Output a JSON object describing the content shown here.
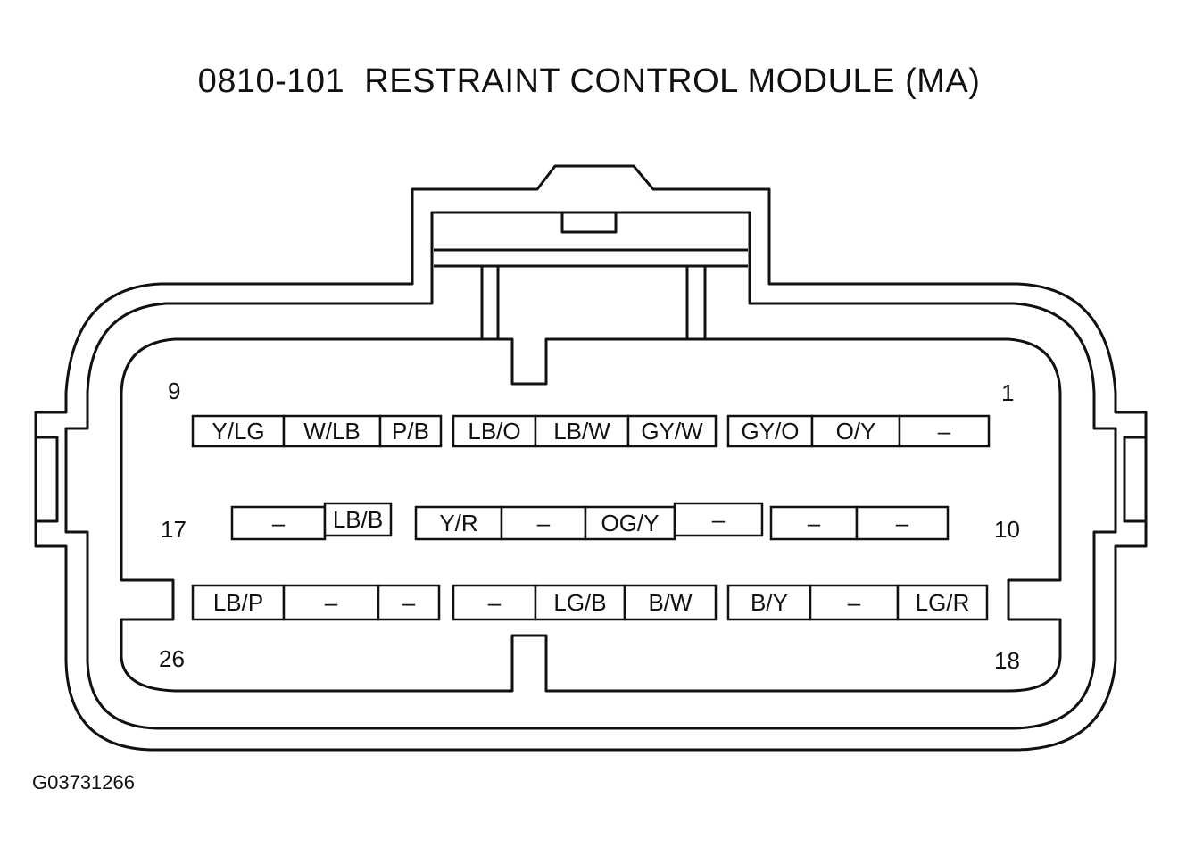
{
  "title": "0810-101  RESTRAINT CONTROL MODULE (MA)",
  "figure_id": "G03731266",
  "pin_numbers": {
    "top_left": "9",
    "top_right": "1",
    "middle_left": "17",
    "middle_right": "10",
    "bottom_left": "26",
    "bottom_right": "18"
  },
  "rows": [
    {
      "groups": [
        [
          "Y/LG",
          "W/LB",
          "P/B"
        ],
        [
          "LB/O",
          "LB/W",
          "GY/W"
        ],
        [
          "GY/O",
          "O/Y",
          "–"
        ]
      ]
    },
    {
      "groups": [
        [
          "–",
          "LB/B"
        ],
        [
          "Y/R",
          "–",
          "OG/Y",
          "–"
        ],
        [
          "–",
          "–"
        ]
      ]
    },
    {
      "groups": [
        [
          "LB/P",
          "–",
          "–"
        ],
        [
          "–",
          "LG/B",
          "B/W"
        ],
        [
          "B/Y",
          "–",
          "LG/R"
        ]
      ]
    }
  ]
}
